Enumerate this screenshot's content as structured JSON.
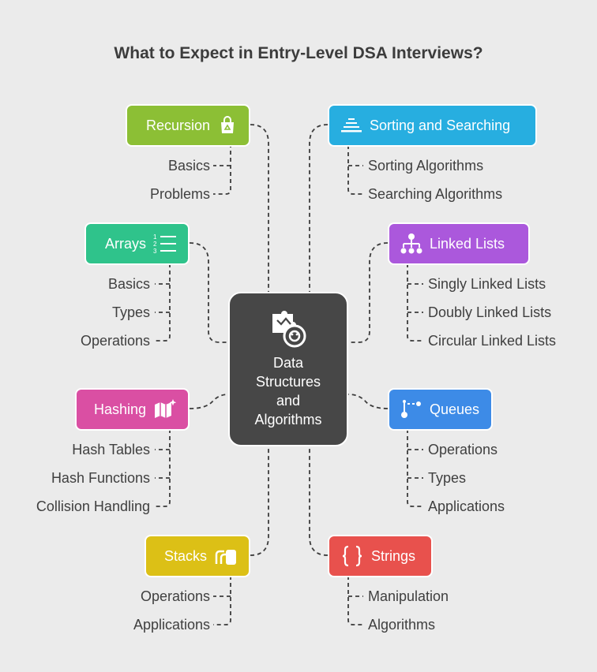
{
  "title": "What to Expect in Entry-Level DSA Interviews?",
  "center": {
    "label_lines": [
      "Data",
      "Structures",
      "and",
      "Algorithms"
    ],
    "icon": "puzzle-gear-icon",
    "color": "#474747"
  },
  "branches": [
    {
      "id": "recursion",
      "label": "Recursion",
      "icon": "recycle-bag-icon",
      "color": "#8cbf35",
      "items": [
        "Basics",
        "Problems"
      ]
    },
    {
      "id": "sorting",
      "label": "Sorting and Searching",
      "icon": "layers-icon",
      "color": "#27aee0",
      "items": [
        "Sorting Algorithms",
        "Searching Algorithms"
      ]
    },
    {
      "id": "arrays",
      "label": "Arrays",
      "icon": "numbered-list-icon",
      "color": "#2fc38b",
      "items": [
        "Basics",
        "Types",
        "Operations"
      ]
    },
    {
      "id": "linked-lists",
      "label": "Linked Lists",
      "icon": "tree-nodes-icon",
      "color": "#ab58dc",
      "items": [
        "Singly Linked Lists",
        "Doubly Linked Lists",
        "Circular Linked Lists"
      ]
    },
    {
      "id": "hashing",
      "label": "Hashing",
      "icon": "map-sparkle-icon",
      "color": "#da4fa3",
      "items": [
        "Hash Tables",
        "Hash Functions",
        "Collision Handling"
      ]
    },
    {
      "id": "queues",
      "label": "Queues",
      "icon": "queue-flow-icon",
      "color": "#3d8be7",
      "items": [
        "Operations",
        "Types",
        "Applications"
      ]
    },
    {
      "id": "stacks",
      "label": "Stacks",
      "icon": "stacked-cards-icon",
      "color": "#dcc016",
      "items": [
        "Operations",
        "Applications"
      ]
    },
    {
      "id": "strings",
      "label": "Strings",
      "icon": "braces-icon",
      "color": "#e8514d",
      "items": [
        "Manipulation",
        "Algorithms"
      ]
    }
  ]
}
